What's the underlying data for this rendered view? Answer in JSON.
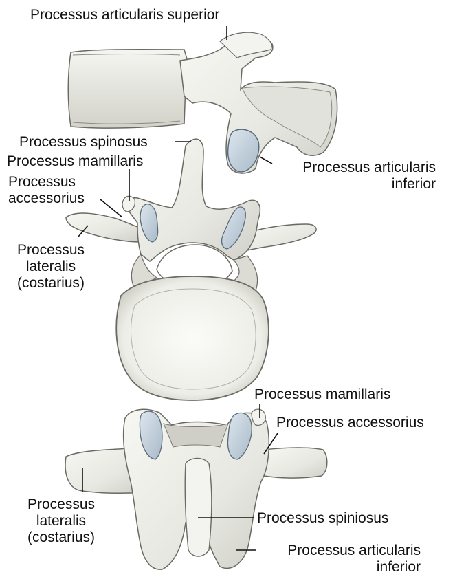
{
  "labels": {
    "art_sup": "Processus articularis superior",
    "spinosus": "Processus spinosus",
    "mamillaris_1": "Processus mamillaris",
    "accessorius_1_l1": "Processus",
    "accessorius_1_l2": "accessorius",
    "lateralis_1_l1": "Processus",
    "lateralis_1_l2": "lateralis",
    "lateralis_1_l3": "(costarius)",
    "art_inf_1_l1": "Processus articularis",
    "art_inf_1_l2": "inferior",
    "mamillaris_2": "Processus mamillaris",
    "accessorius_2": "Processus accessorius",
    "lateralis_2_l1": "Processus",
    "lateralis_2_l2": "lateralis",
    "lateralis_2_l3": "(costarius)",
    "spiniosus": "Processus spiniosus",
    "art_inf_2_l1": "Processus articularis",
    "art_inf_2_l2": "inferior"
  },
  "colors": {
    "bone_fill": "#efefea",
    "bone_shade": "#b9b9b2",
    "bone_outline": "#5b5b55",
    "articular_surface": "#c6d3dd",
    "leader_line": "#111111"
  }
}
